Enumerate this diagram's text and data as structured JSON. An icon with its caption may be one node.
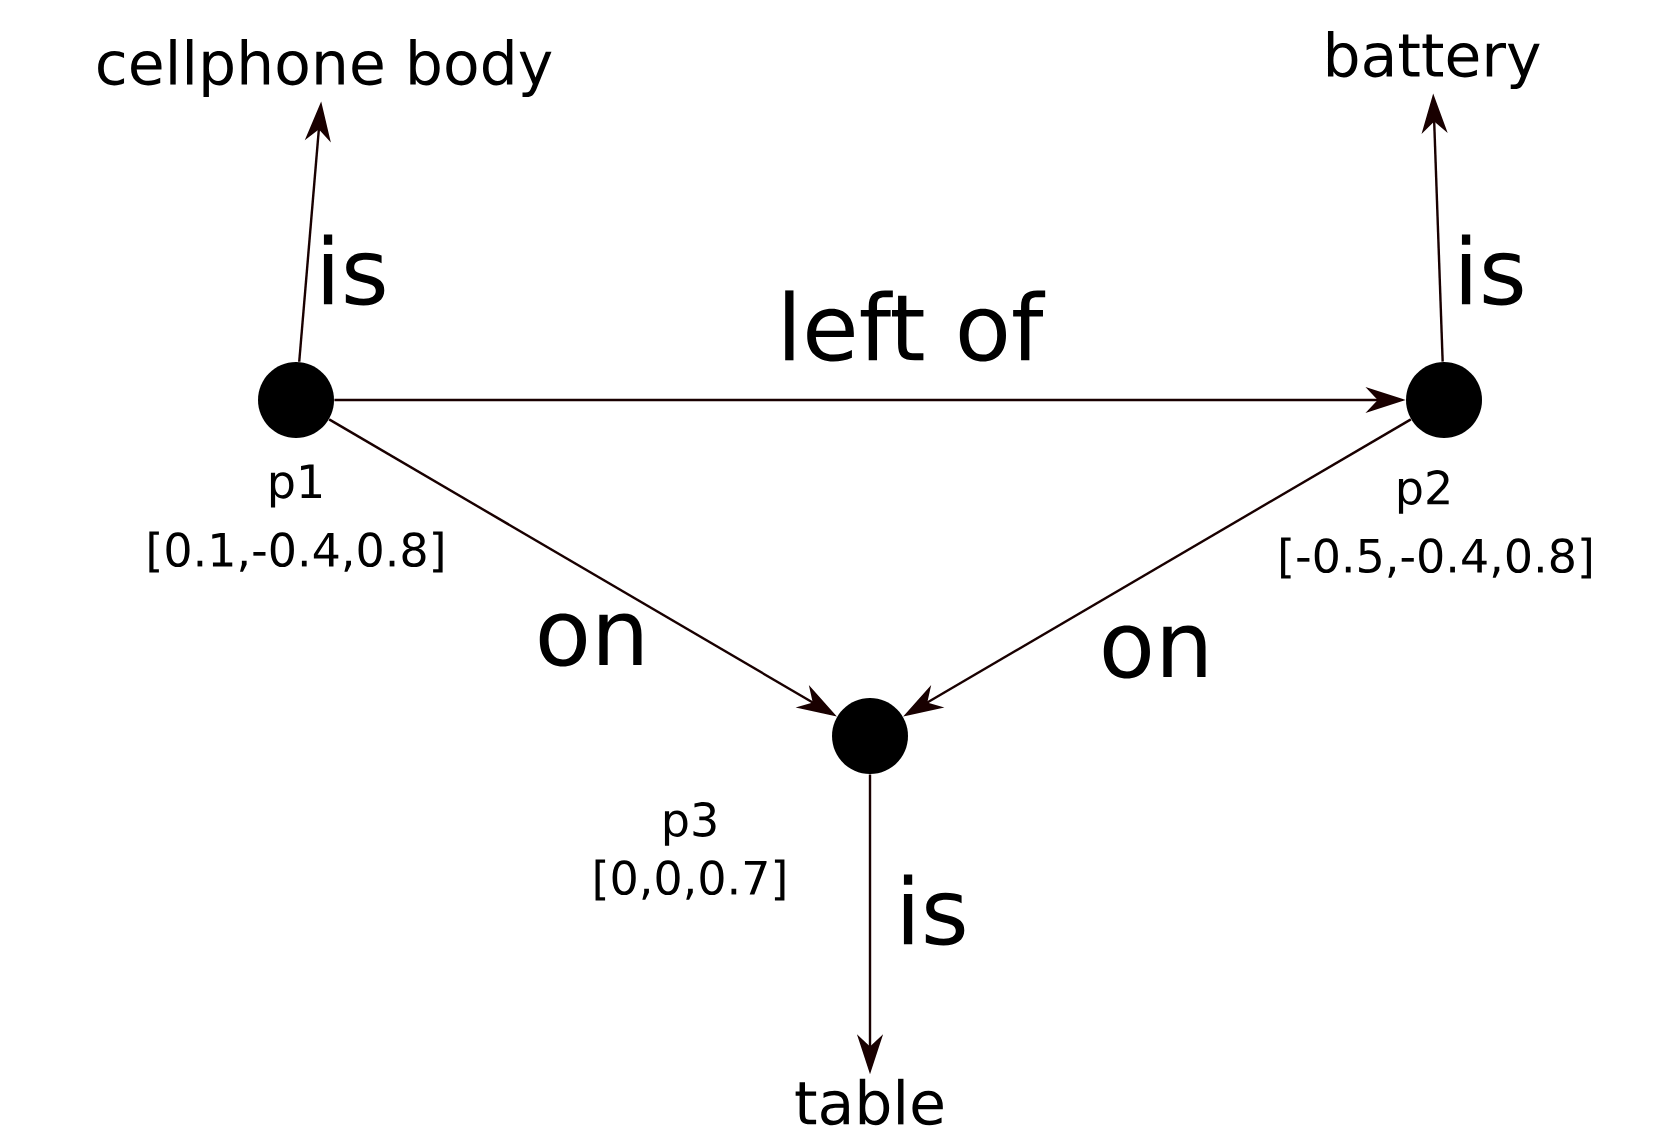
{
  "diagram": {
    "nodes": [
      {
        "text": [
          "cellphone body"
        ]
      },
      {
        "text": [
          "battery"
        ]
      },
      {
        "text": [],
        "shape": "circle",
        "beside": [
          "p1",
          "[0.1,-0.4,0.8]"
        ]
      },
      {
        "text": [],
        "shape": "circle",
        "beside": [
          "p2",
          "[-0.5,-0.4,0.8]"
        ]
      },
      {
        "text": [],
        "shape": "circle",
        "beside": [
          "p3",
          "[0,0,0.7]"
        ]
      },
      {
        "text": [
          "table"
        ]
      }
    ],
    "edges": [
      {
        "from": 2,
        "to": 0,
        "arrow": "to",
        "label": "is"
      },
      {
        "from": 3,
        "to": 1,
        "arrow": "to",
        "label": "is"
      },
      {
        "from": 2,
        "to": 3,
        "arrow": "to",
        "label": "left of"
      },
      {
        "from": 2,
        "to": 4,
        "arrow": "to",
        "label": "on"
      },
      {
        "from": 3,
        "to": 4,
        "arrow": "to",
        "label": "on"
      },
      {
        "from": 4,
        "to": 5,
        "arrow": "to",
        "label": "is"
      }
    ]
  }
}
